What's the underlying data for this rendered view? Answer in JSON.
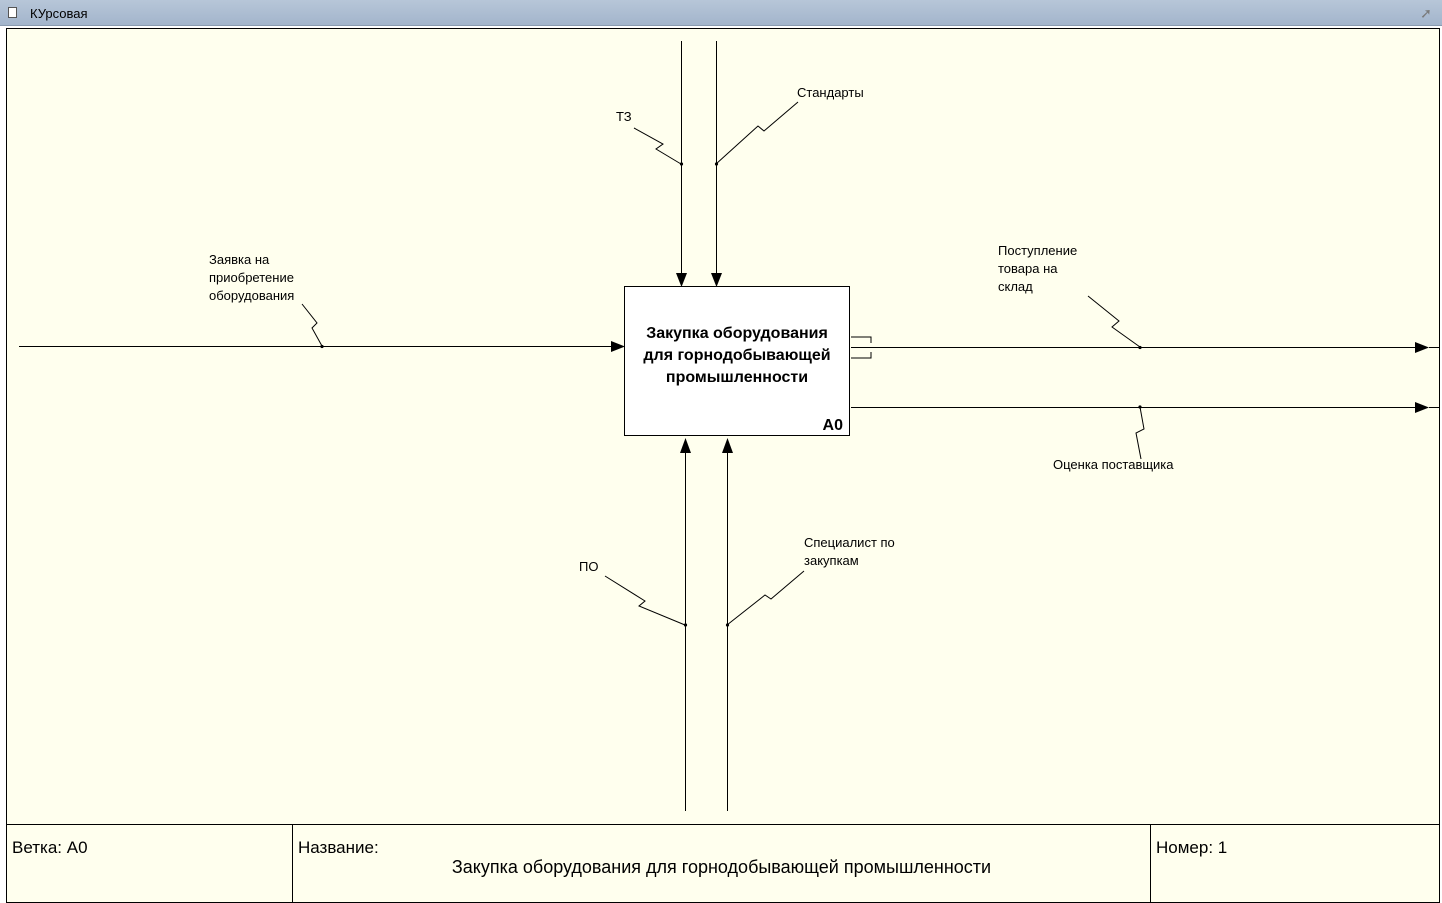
{
  "window": {
    "title": "КУрсовая",
    "pin_icon": "pin-icon"
  },
  "diagram": {
    "activity": {
      "name": "Закупка оборудования\nдля горнодобывающей\nпромышленности",
      "node": "A0"
    },
    "arrows": {
      "input": "Заявка на\nприобретение\nоборудования",
      "control_1": "ТЗ",
      "control_2": "Стандарты",
      "output_1": "Поступление\nтовара на\nсклад",
      "output_2": "Оценка поставщика",
      "mechanism_1": "ПО",
      "mechanism_2": "Специалист по\nзакупкам"
    }
  },
  "footer": {
    "branch": "Ветка: A0",
    "name_label": "Название:",
    "name_value": "Закупка оборудования для горнодобывающей промышленности",
    "number": "Номер: 1"
  }
}
